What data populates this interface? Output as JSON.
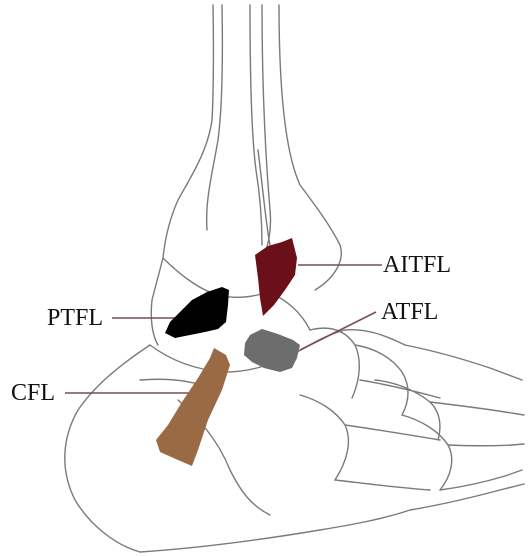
{
  "labels": {
    "aitfl": "AITFL",
    "ptfl": "PTFL",
    "atfl": "ATFL",
    "cfl": "CFL"
  },
  "colors": {
    "background": "#ffffff",
    "bone_outline": "#7a7a7a",
    "aitfl_fill": "#6b0f18",
    "ptfl_fill": "#000000",
    "atfl_fill": "#6d6d6d",
    "cfl_fill": "#9a6a45",
    "leader_line": "#7a4a55"
  }
}
